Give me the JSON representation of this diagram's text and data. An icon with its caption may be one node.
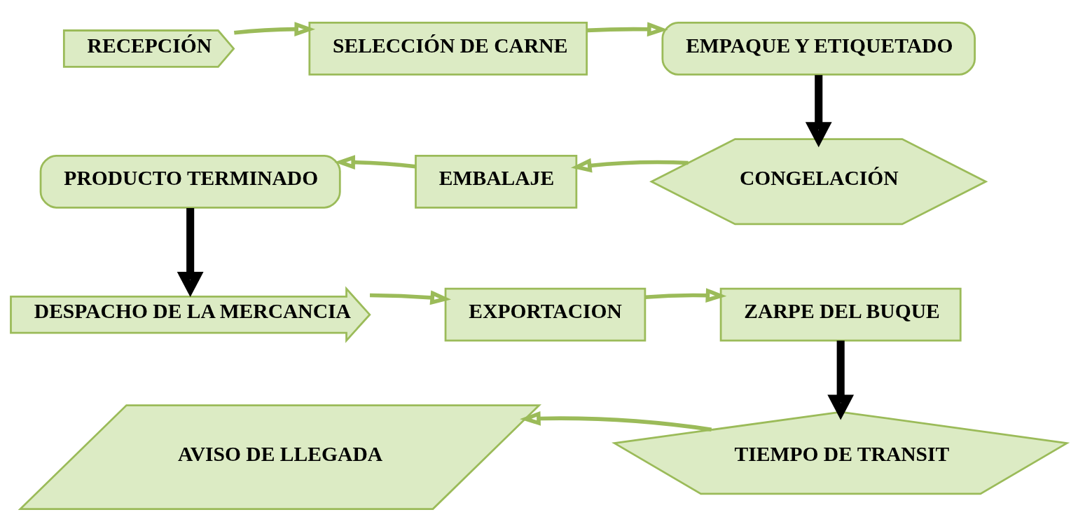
{
  "diagram": {
    "nodes": [
      {
        "text": [
          "RECEPCIÓN"
        ]
      },
      {
        "text": [
          "SELECCIÓN DE CARNE"
        ]
      },
      {
        "text": [
          "EMPAQUE Y ETIQUETADO"
        ]
      },
      {
        "text": [
          "CONGELACIÓN"
        ]
      },
      {
        "text": [
          "EMBALAJE"
        ]
      },
      {
        "text": [
          "PRODUCTO TERMINADO"
        ]
      },
      {
        "text": [
          "DESPACHO DE LA MERCANCIA"
        ]
      },
      {
        "text": [
          "EXPORTACION"
        ]
      },
      {
        "text": [
          "ZARPE DEL BUQUE"
        ]
      },
      {
        "text": [
          "TIEMPO DE TRANSIT"
        ]
      },
      {
        "text": [
          "AVISO DE LLEGADA"
        ]
      }
    ],
    "edges": [
      {
        "from": 0,
        "to": 1,
        "arrow": "to"
      },
      {
        "from": 1,
        "to": 2,
        "arrow": "to"
      },
      {
        "from": 2,
        "to": 3,
        "arrow": "to",
        "style": "thick",
        "color": "#000000"
      },
      {
        "from": 3,
        "to": 4,
        "arrow": "to"
      },
      {
        "from": 4,
        "to": 5,
        "arrow": "to"
      },
      {
        "from": 5,
        "to": 6,
        "arrow": "to",
        "style": "thick",
        "color": "#000000"
      },
      {
        "from": 6,
        "to": 7,
        "arrow": "to"
      },
      {
        "from": 7,
        "to": 8,
        "arrow": "to"
      },
      {
        "from": 8,
        "to": 9,
        "arrow": "to",
        "style": "thick",
        "color": "#000000"
      },
      {
        "from": 9,
        "to": 10,
        "arrow": "to"
      }
    ]
  }
}
